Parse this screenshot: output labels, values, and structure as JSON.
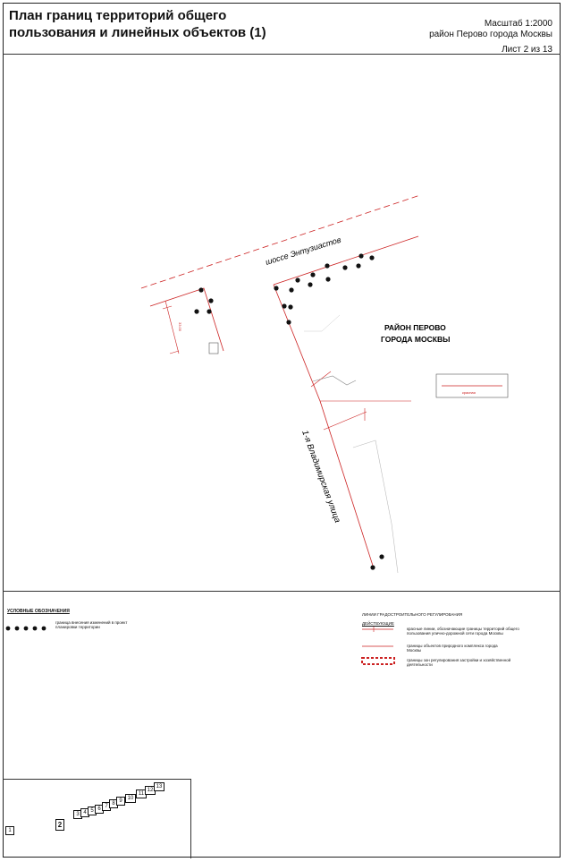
{
  "header": {
    "title_line1": "План границ территорий общего",
    "title_line2": "пользования и линейных объектов (1)",
    "scale": "Масштаб  1:2000",
    "district": "район Перово города Москвы",
    "sheet": "Лист 2 из 13"
  },
  "map": {
    "road_highway": "шоссе Энтузиастов",
    "road_street": "1-я Владимирская улица",
    "district_label_line1": "РАЙОН ПЕРОВО",
    "district_label_line2": "ГОРОДА МОСКВЫ",
    "red_line_label": "красная",
    "colors": {
      "red_line": "#cc2222",
      "boundary_dots": "#111111",
      "gray_line": "#888888"
    }
  },
  "legend": {
    "title": "УСЛОВНЫЕ ОБОЗНАЧЕНИЯ",
    "dots_label_line1": "граница внесения изменений в проект",
    "dots_label_line2": "планировки территории",
    "right_title": "ЛИНИИ ГРАДОСТРОИТЕЛЬНОГО РЕГУЛИРОВАНИЯ",
    "right_subtitle": "ДЕЙСТВУЮЩИЕ",
    "item1_line1": "красные линии, обозначающие границы территорий общего",
    "item1_line2": "пользования улично-дорожной сети города Москвы",
    "item2_line1": "границы объектов природного комплекса города",
    "item2_line2": "Москвы",
    "item3_line1": "границы зон регулирования застройки и хозяйственной",
    "item3_line2": "деятельности"
  },
  "sheet_index": {
    "sheets": [
      "1",
      "2",
      "3",
      "4",
      "5",
      "6",
      "7",
      "8",
      "9",
      "10",
      "11",
      "12",
      "13"
    ],
    "current": "2"
  }
}
